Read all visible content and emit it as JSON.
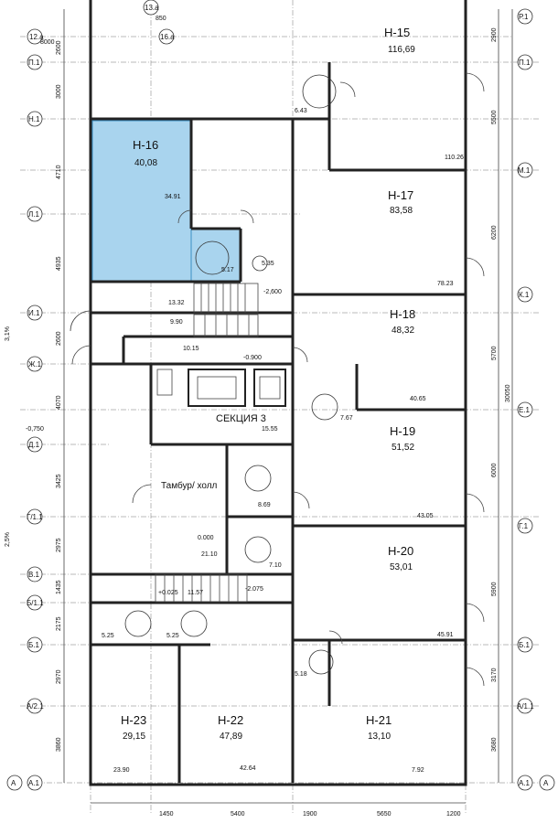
{
  "units": [
    {
      "code": "Н-15",
      "area": "116,69"
    },
    {
      "code": "Н-16",
      "area": "40,08"
    },
    {
      "code": "Н-17",
      "area": "83,58"
    },
    {
      "code": "Н-18",
      "area": "48,32"
    },
    {
      "code": "Н-19",
      "area": "51,52"
    },
    {
      "code": "Н-20",
      "area": "53,01"
    },
    {
      "code": "Н-21",
      "area": "13,10"
    },
    {
      "code": "Н-22",
      "area": "47,89"
    },
    {
      "code": "Н-23",
      "area": "29,15"
    }
  ],
  "common": {
    "section_label": "СЕКЦИЯ 3",
    "section_area": "15.55",
    "vestibule_label": "Тамбур/ холл",
    "vestibule_level": "0.000",
    "vestibule_area": "21.10"
  },
  "sub_areas": [
    "110.26",
    "6.43",
    "34.91",
    "5.17",
    "5.35",
    "78.23",
    "13.32",
    "9.90",
    "10.15",
    "40.65",
    "7.67",
    "8.69",
    "43.05",
    "7.10",
    "11.57",
    "45.91",
    "5.25",
    "5.25",
    "5.18",
    "23.90",
    "42.64",
    "7.92"
  ],
  "levels": [
    "-2,600",
    "-0.900",
    "-0,750",
    "+0.025",
    "-2.075"
  ],
  "slopes": [
    "3,1%",
    "2,5%"
  ],
  "left_axes": [
    "12.а",
    "П.1",
    "Н.1",
    "Л.1",
    "И.1",
    "Ж.1",
    "Д.1",
    "Г/1.1",
    "В.1",
    "Б/1.1",
    "Б.1",
    "А/2.1",
    "А",
    "А.1"
  ],
  "right_axes": [
    "Р.1",
    "П.1",
    "М.1",
    "К.1",
    "Е.1",
    "Г.1",
    "Б.1",
    "А/1.1",
    "А.1",
    "А"
  ],
  "top_axes": [
    "16.а",
    "13.а"
  ],
  "left_dims": [
    "2600",
    "3000",
    "4710",
    "4935",
    "2600",
    "4070",
    "3425",
    "2975",
    "1435",
    "2175",
    "2970",
    "3860"
  ],
  "right_dims": [
    "2900",
    "5500",
    "6200",
    "5700",
    "6000",
    "5900",
    "3170",
    "3680"
  ],
  "overall_dim": "30050",
  "top_dims": [
    "8000",
    "850"
  ],
  "bottom_dims": [
    "1450",
    "5400",
    "1900",
    "5650",
    "1200"
  ]
}
